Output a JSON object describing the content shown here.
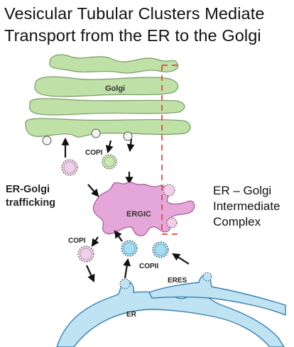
{
  "title": {
    "line1": "Vesicular Tubular Clusters Mediate",
    "line2": "Transport from the ER to the Golgi"
  },
  "labels": {
    "golgi": "Golgi",
    "copi_top": "COPI",
    "er_golgi_line1": "ER-Golgi",
    "er_golgi_line2": "trafficking",
    "ergic": "ERGIC",
    "copi_left": "COPI",
    "copii": "COPII",
    "eres": "ERES",
    "er": "ER"
  },
  "callout": {
    "line1": "ER – Golgi",
    "line2": "Intermediate",
    "line3": "Complex"
  },
  "colors": {
    "golgi_fill": "#bfe0a6",
    "golgi_stroke": "#7a9a6a",
    "ergic_fill": "#e5a6d9",
    "er_fill": "#bfe3f2",
    "er_stroke": "#3a7fb0",
    "copi_vesicle": "#f2cfe9",
    "copii_vesicle": "#a9dcf0",
    "callout_box": "#e24a3b"
  }
}
